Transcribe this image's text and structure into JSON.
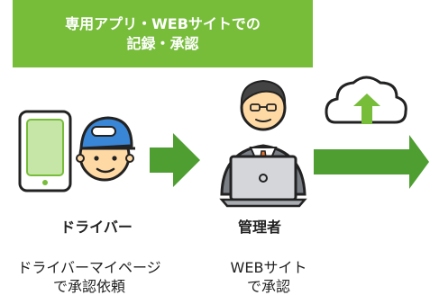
{
  "banner": {
    "line1": "専用アプリ・WEBサイトでの",
    "line2": "記録・承認"
  },
  "driver": {
    "title": "ドライバー",
    "desc_line1": "ドライバーマイページ",
    "desc_line2": "で承認依頼"
  },
  "admin": {
    "title": "管理者",
    "desc_line1": "WEBサイト",
    "desc_line2": "で承認"
  },
  "colors": {
    "green": "#77bd3a",
    "arrow_green": "#4e9e31",
    "cap_blue": "#3a86d6",
    "skin": "#ffd9a3",
    "suit": "#7a7f86"
  },
  "icons": [
    "smartphone-icon",
    "driver-avatar",
    "arrow-right-icon",
    "admin-avatar",
    "laptop-icon",
    "cloud-upload-icon"
  ]
}
